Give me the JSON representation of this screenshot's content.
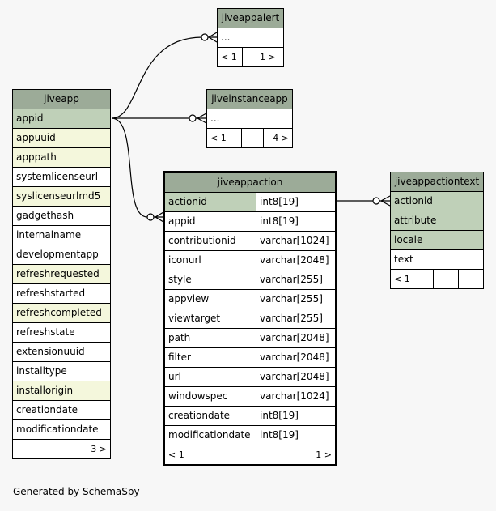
{
  "colors": {
    "header": "#9cab98",
    "primary_key": "#bfd0b8",
    "indexed": "#f4f7dc",
    "background": "#f7f7f7"
  },
  "tables": {
    "jiveappalert": {
      "name": "jiveappalert",
      "row": "...",
      "nav_left": "< 1",
      "nav_right": "1 >"
    },
    "jiveinstanceapp": {
      "name": "jiveinstanceapp",
      "row": "...",
      "nav_left": "< 1",
      "nav_right": "4 >"
    },
    "jiveapp": {
      "name": "jiveapp",
      "columns": [
        "appid",
        "appuuid",
        "apppath",
        "systemlicenseurl",
        "syslicenseurlmd5",
        "gadgethash",
        "internalname",
        "developmentapp",
        "refreshrequested",
        "refreshstarted",
        "refreshcompleted",
        "refreshstate",
        "extensionuuid",
        "installtype",
        "installorigin",
        "creationdate",
        "modificationdate"
      ],
      "nav_right": "3 >"
    },
    "jiveappaction": {
      "name": "jiveappaction",
      "columns": [
        {
          "name": "actionid",
          "type": "int8[19]"
        },
        {
          "name": "appid",
          "type": "int8[19]"
        },
        {
          "name": "contributionid",
          "type": "varchar[1024]"
        },
        {
          "name": "iconurl",
          "type": "varchar[2048]"
        },
        {
          "name": "style",
          "type": "varchar[255]"
        },
        {
          "name": "appview",
          "type": "varchar[255]"
        },
        {
          "name": "viewtarget",
          "type": "varchar[255]"
        },
        {
          "name": "path",
          "type": "varchar[2048]"
        },
        {
          "name": "filter",
          "type": "varchar[2048]"
        },
        {
          "name": "url",
          "type": "varchar[2048]"
        },
        {
          "name": "windowspec",
          "type": "varchar[1024]"
        },
        {
          "name": "creationdate",
          "type": "int8[19]"
        },
        {
          "name": "modificationdate",
          "type": "int8[19]"
        }
      ],
      "nav_left": "< 1",
      "nav_right": "1 >"
    },
    "jiveappactiontext": {
      "name": "jiveappactiontext",
      "columns": [
        "actionid",
        "attribute",
        "locale",
        "text"
      ],
      "nav_left": "< 1"
    }
  },
  "footer": "Generated by SchemaSpy"
}
